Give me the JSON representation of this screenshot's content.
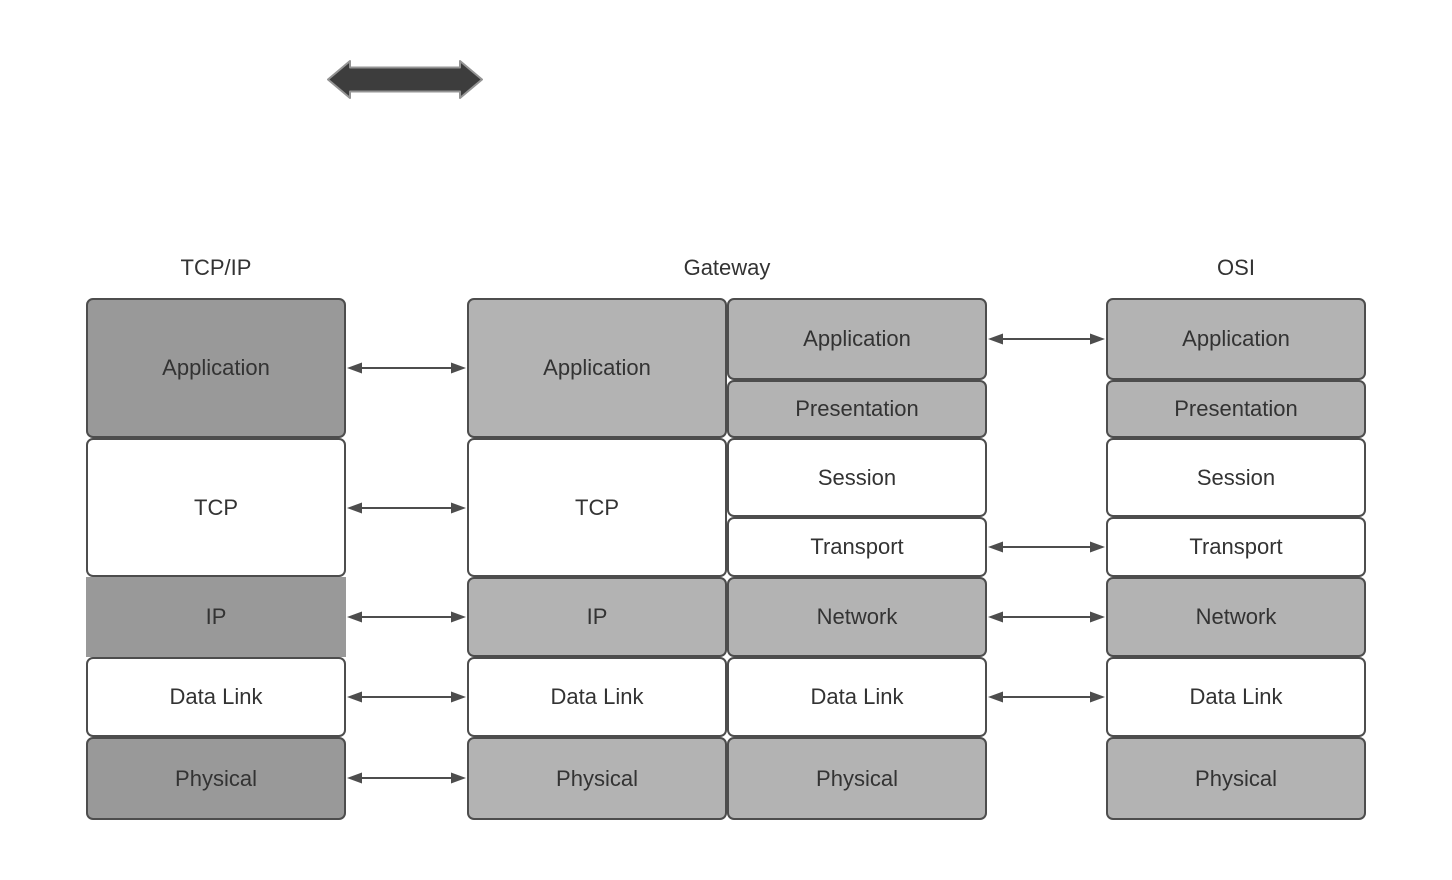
{
  "diagram": {
    "headers": {
      "tcpip": "TCP/IP",
      "gateway": "Gateway",
      "osi": "OSI"
    },
    "stacks": {
      "tcpip": [
        "Application",
        "TCP",
        "IP",
        "Data Link",
        "Physical"
      ],
      "gateway_left": [
        "Application",
        "TCP",
        "IP",
        "Data Link",
        "Physical"
      ],
      "gateway_right": [
        "Application",
        "Presentation",
        "Session",
        "Transport",
        "Network",
        "Data Link",
        "Physical"
      ],
      "osi": [
        "Application",
        "Presentation",
        "Session",
        "Transport",
        "Network",
        "Data Link",
        "Physical"
      ]
    },
    "icons": {
      "top_arrow": "thick-double-headed-arrow",
      "connector": "thin-double-headed-arrow"
    },
    "colors": {
      "background": "#ffffff",
      "dark_fill": "#999999",
      "light_fill": "#b3b3b3",
      "white_fill": "#ffffff",
      "stroke": "#4d4d4d",
      "text": "#333333",
      "connector": "#4d4d4d",
      "thick_arrow_fill": "#3d3d3d",
      "thick_arrow_stroke": "#949494"
    }
  }
}
